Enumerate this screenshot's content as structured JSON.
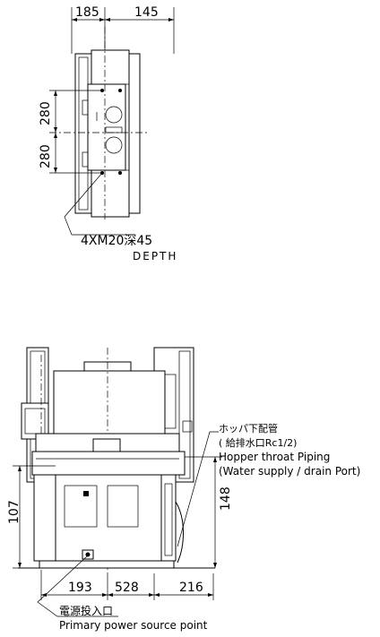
{
  "top_view": {
    "dim_left": "185",
    "dim_right": "145",
    "dim_upper": "280",
    "dim_lower": "280",
    "bolt_spec": "4XM20深45",
    "bolt_depth": "DEPTH"
  },
  "front_view": {
    "hopper_jp_1": "ホッパ下配管",
    "hopper_jp_2": "( 給排水口Rc1/2)",
    "hopper_en_1": "Hopper throat Piping",
    "hopper_en_2": "(Water supply / drain Port)",
    "dim_height_left": "107",
    "dim_height_right": "148",
    "dim_bottom_left": "193",
    "dim_bottom_mid": "528",
    "dim_bottom_right": "216",
    "power_jp": "電源投入口",
    "power_en": "Primary power source point"
  }
}
